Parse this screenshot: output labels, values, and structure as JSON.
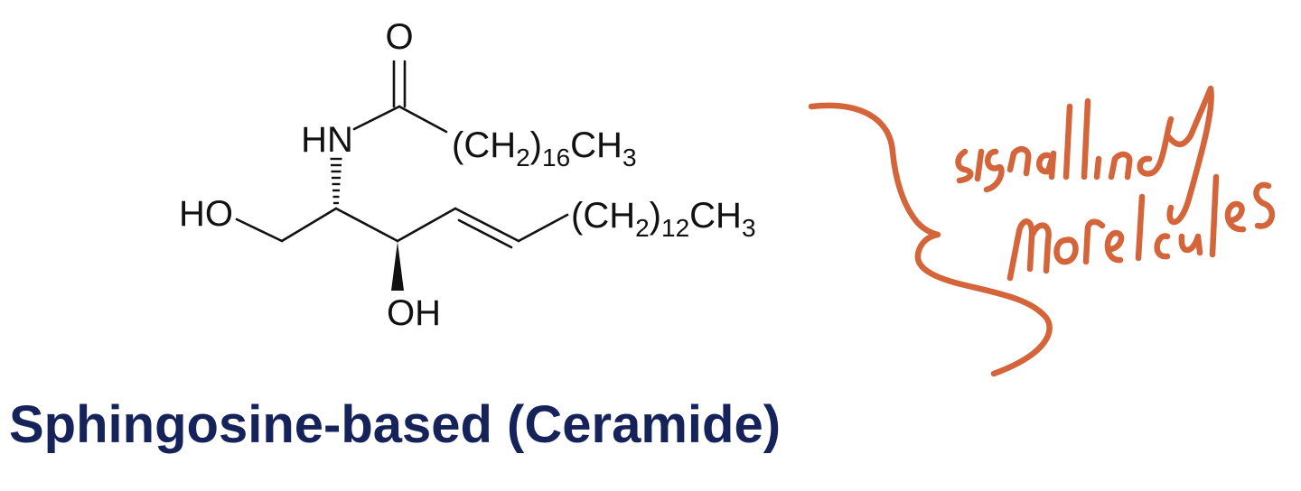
{
  "molecule": {
    "carbonyl_oxygen": "O",
    "amide_nh": "HN",
    "acyl_chain": {
      "main": "(CH",
      "sub1": "2",
      "mid": ")",
      "sub2": "16",
      "end": "CH",
      "sub3": "3"
    },
    "primary_hydroxyl": "HO",
    "alkyl_chain": {
      "main": "(CH",
      "sub1": "2",
      "mid": ")",
      "sub2": "12",
      "end": "CH",
      "sub3": "3"
    },
    "secondary_hydroxyl": "OH"
  },
  "caption": "Sphingosine-based (Ceramide)",
  "annotation": {
    "text": "signaling molecules",
    "color": "#d4653a",
    "style": "handwritten"
  },
  "colors": {
    "caption": "#16235a",
    "structure": "#111111",
    "annotation": "#d4653a"
  }
}
